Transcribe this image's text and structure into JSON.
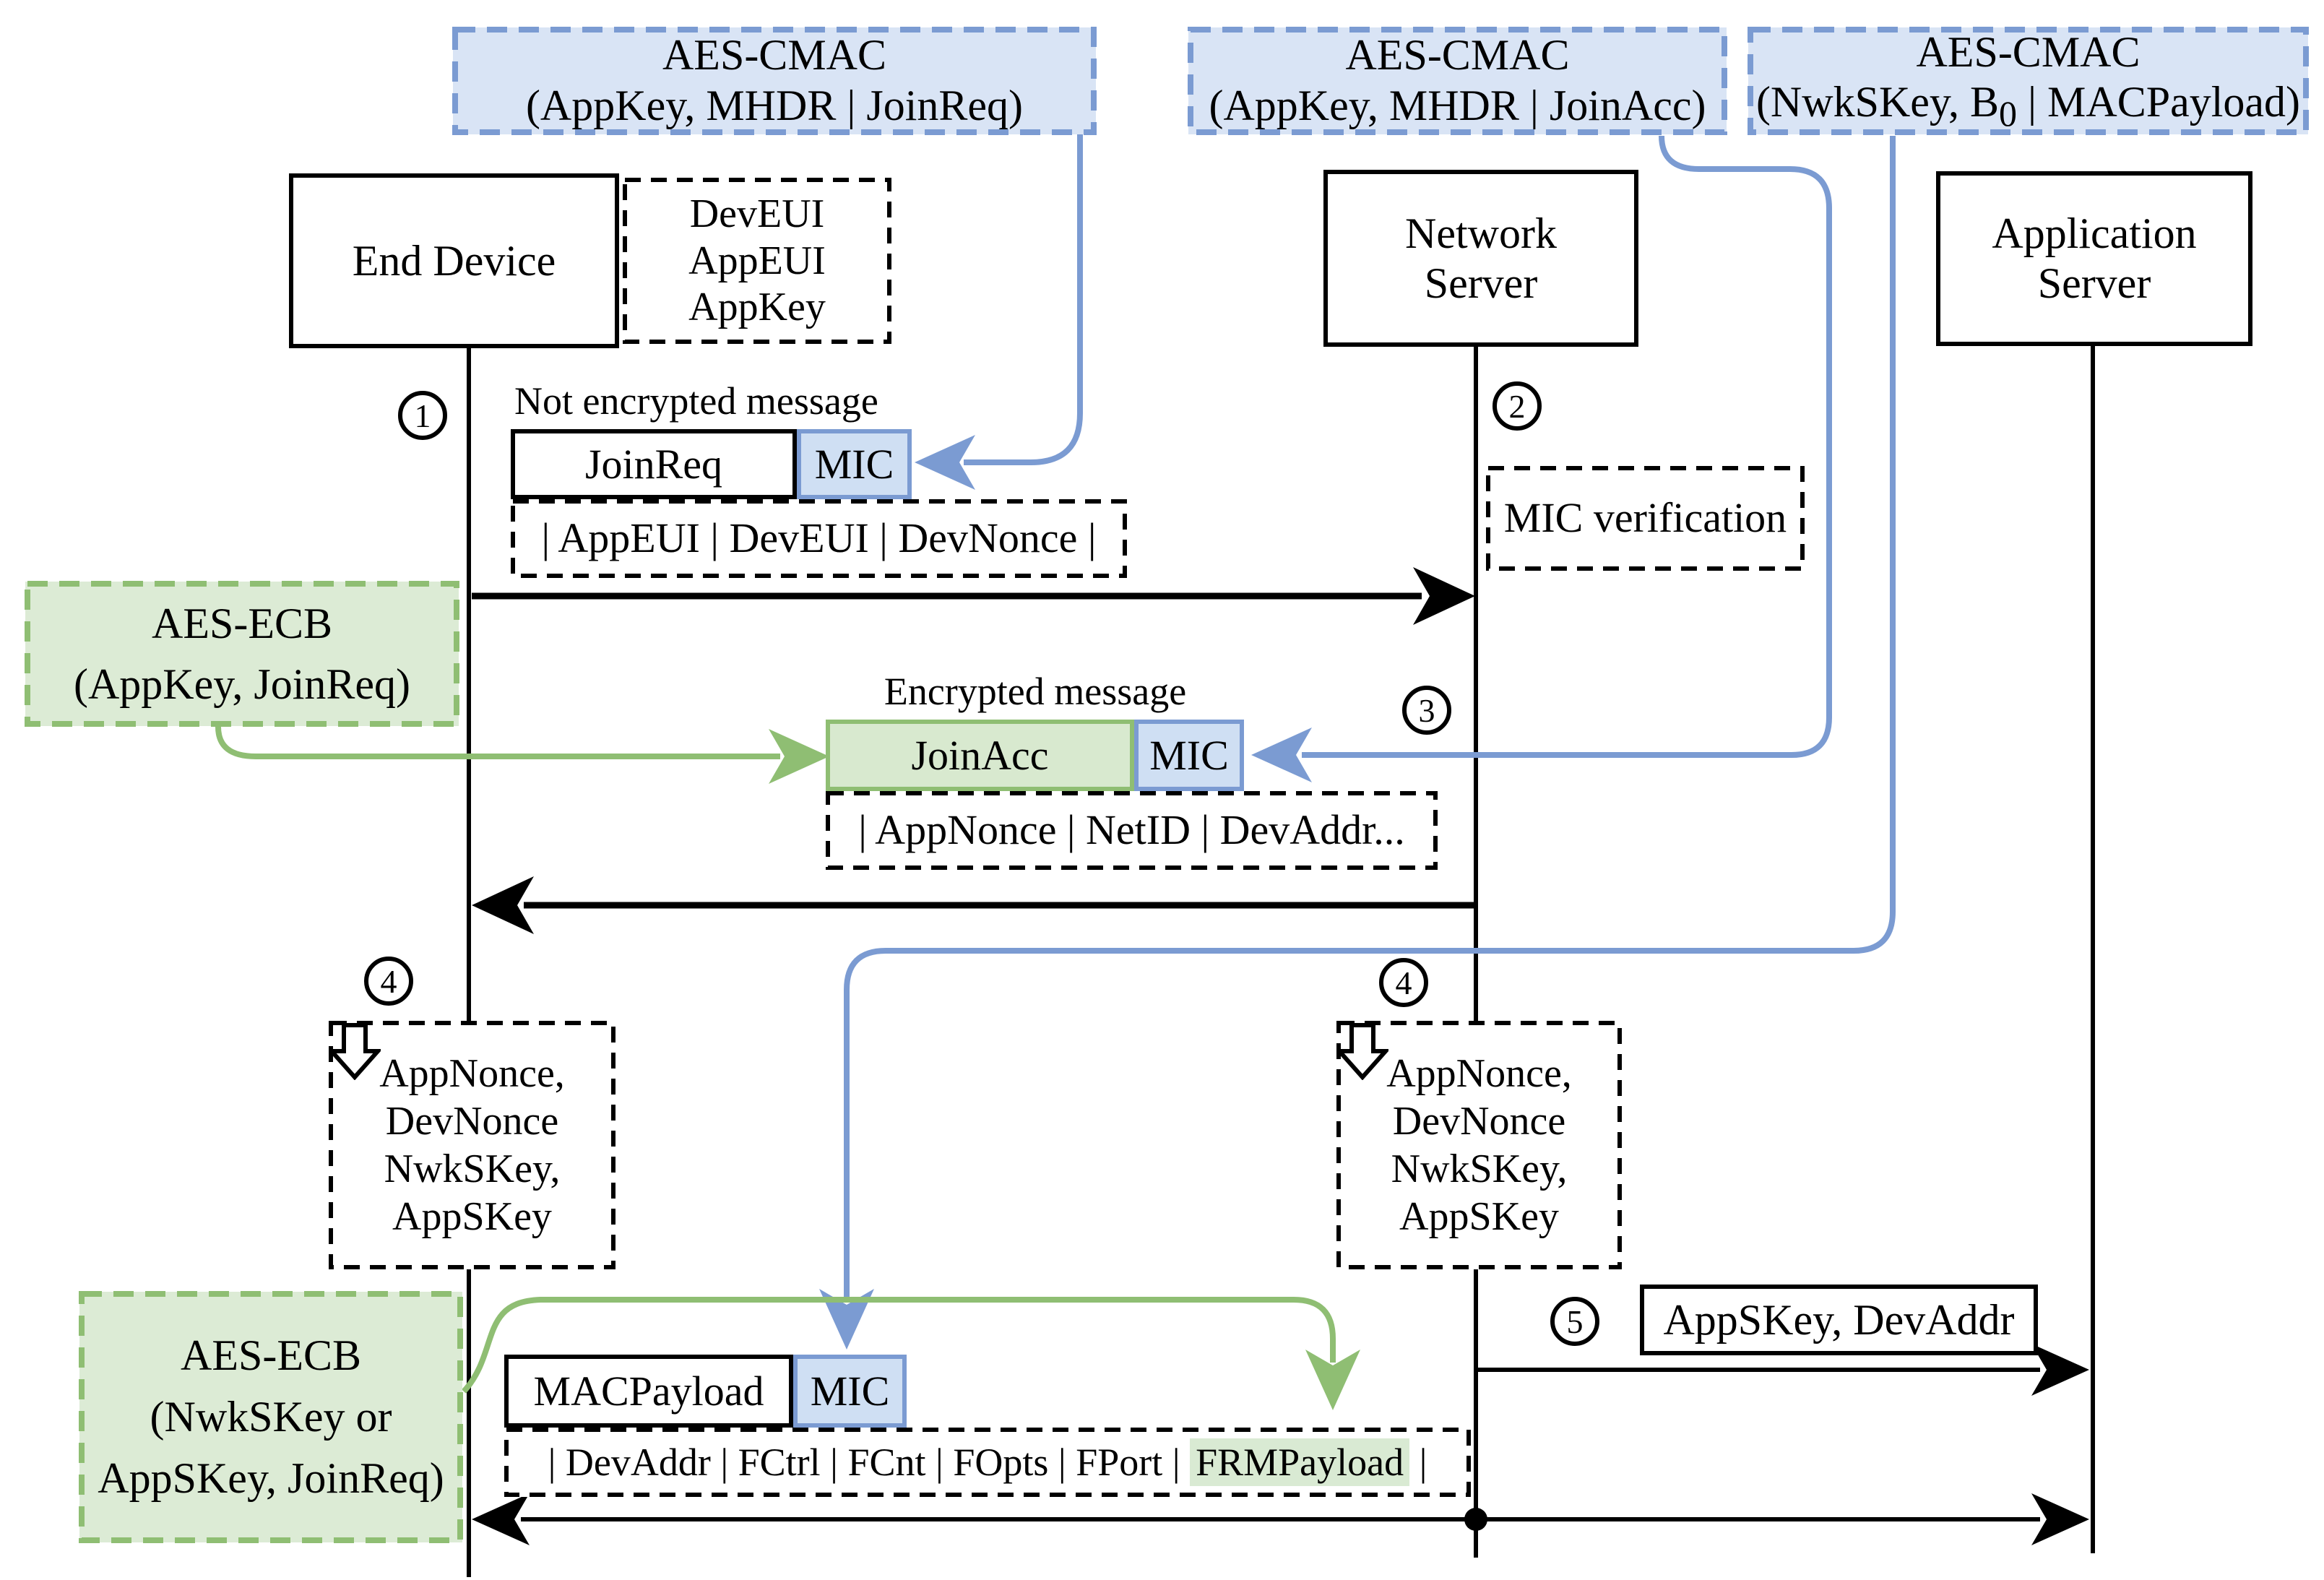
{
  "colors": {
    "blue_fill": "#d9e4f5",
    "blue_line": "#7b9bd2",
    "green_fill": "#dcebd5",
    "green_line": "#8fbe73",
    "highlight_green": "#d9ead3",
    "black": "#000000"
  },
  "cmac1": {
    "l1": "AES-CMAC",
    "l2": "(AppKey, MHDR | JoinReq)"
  },
  "cmac2": {
    "l1": "AES-CMAC",
    "l2": "(AppKey, MHDR | JoinAcc)"
  },
  "cmac3": {
    "l1": "AES-CMAC",
    "l2_pre": "(NwkSKey, B",
    "l2_sub": "0",
    "l2_post": " | MACPayload)"
  },
  "actors": {
    "end_device": "End Device",
    "network_server": [
      "Network",
      "Server"
    ],
    "application_server": [
      "Application",
      "Server"
    ]
  },
  "keys_box": {
    "l1": "DevEUI",
    "l2": "AppEUI",
    "l3": "AppKey"
  },
  "steps": {
    "s1": "1",
    "s2": "2",
    "s3": "3",
    "s4": "4",
    "s5": "5"
  },
  "msg1": {
    "label": "Not encrypted message",
    "payload": "JoinReq",
    "mic": "MIC",
    "fields": "| AppEUI | DevEUI | DevNonce |"
  },
  "mic_verification": "MIC verification",
  "ecb1": {
    "l1": "AES-ECB",
    "l2": "(AppKey, JoinReq)"
  },
  "msg2": {
    "label": "Encrypted message",
    "payload": "JoinAcc",
    "mic": "MIC",
    "fields": "| AppNonce | NetID | DevAddr..."
  },
  "derive": {
    "l1": "AppNonce,",
    "l2": "DevNonce",
    "l3": "NwkSKey,",
    "l4": "AppSKey"
  },
  "ecb2": {
    "l1": "AES-ECB",
    "l2": "(NwkSKey or",
    "l3": "AppSKey, JoinReq)"
  },
  "step5_box": "AppSKey, DevAddr",
  "msg3": {
    "payload": "MACPayload",
    "mic": "MIC",
    "fields_pre": "| DevAddr | FCtrl | FCnt | FOpts | FPort | ",
    "fields_highlight": "FRMPayload",
    "fields_post": " |"
  }
}
